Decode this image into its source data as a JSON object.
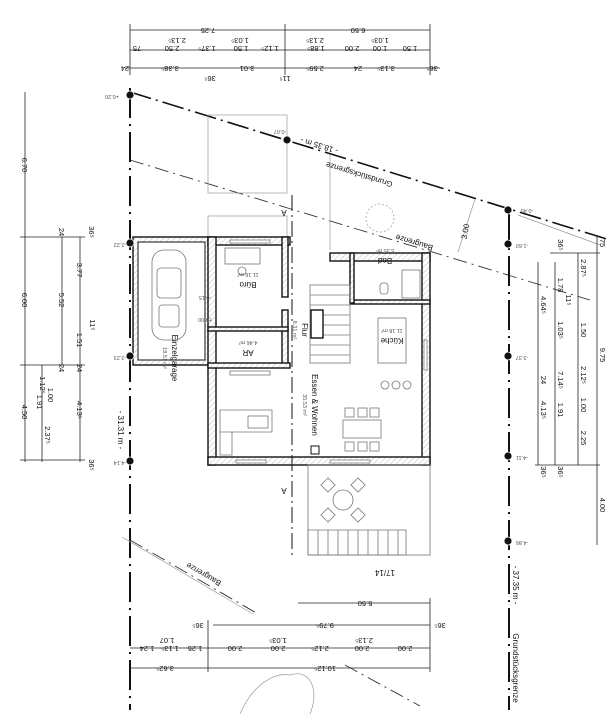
{
  "rooms": {
    "garage": {
      "name": "Einzelgarage",
      "area": "18.51 m²"
    },
    "buero": {
      "name": "Büro",
      "area": "11.16 m²"
    },
    "ar": {
      "name": "AR",
      "area": "4.46 m²"
    },
    "flur": {
      "name": "Flur",
      "area": "8.31 m²"
    },
    "bad": {
      "name": "Bad",
      "area": "5.35 m²"
    },
    "kueche": {
      "name": "Küche",
      "area": "11.18 m²"
    },
    "wohnen": {
      "name": "Essen & Wohnen",
      "area": "35.53 m²"
    }
  },
  "labels": {
    "boundary_top_length": "- 18.35 m -",
    "boundary_top": "Grundstücksgrenze",
    "building_line_top": "Baugrenze",
    "setback": "3.00",
    "left_length": "- 31.31 m -",
    "right_length": "- 37.35 m -",
    "boundary_right": "Grundstücksgrenze",
    "building_line_bottom": "Baugrenze",
    "parcel": "17/14",
    "section_mark": "A"
  },
  "elevations": [
    "+0.20",
    "-0.07",
    "-0.45",
    "-1.60",
    "-3.37",
    "-4.11",
    "-4.86",
    "-2.22",
    "-3.23",
    "-4.14",
    "-0.15",
    "±0.00"
  ],
  "dims_top": [
    "7.25",
    "6.50",
    "75",
    "2.50",
    "1.37⁵",
    "1.50",
    "1.12⁵",
    "1.88⁵",
    "2.00",
    "1.00",
    "1.50",
    "2.13⁵",
    "1.03⁵",
    "2.13⁵",
    "1.03⁵",
    "24",
    "3.38⁵",
    "36⁵",
    "3.01",
    "11⁵",
    "2.59⁵",
    "24",
    "3.13⁵",
    "36⁵"
  ],
  "dims_left": [
    "6.70",
    "6.00",
    "4.50",
    "5.52",
    "3.77",
    "1.51",
    "4.13⁵",
    "36⁵",
    "24",
    "11⁵",
    "24",
    "24",
    "1.12⁵",
    "1.00",
    "1.91",
    "2.37⁵",
    "36⁵"
  ],
  "dims_right": [
    "75",
    "9.75",
    "4.00",
    "2.87⁵",
    "1.50",
    "2.12⁵",
    "1.00",
    "2.25",
    "36⁵",
    "1.78",
    "11⁵",
    "1.03⁵",
    "7.14⁵",
    "1.91",
    "36⁵",
    "4.64⁵",
    "24",
    "4.13⁵",
    "36⁵"
  ],
  "dims_bottom": [
    "5.50",
    "9.79⁵",
    "36⁵",
    "36⁵",
    "1.24",
    "1.13⁵",
    "1.25",
    "2.00",
    "2.00",
    "2.12⁵",
    "2.00",
    "2.00",
    "1.07",
    "1.03⁵",
    "2.13⁵",
    "3.62⁵",
    "10.12⁵"
  ]
}
